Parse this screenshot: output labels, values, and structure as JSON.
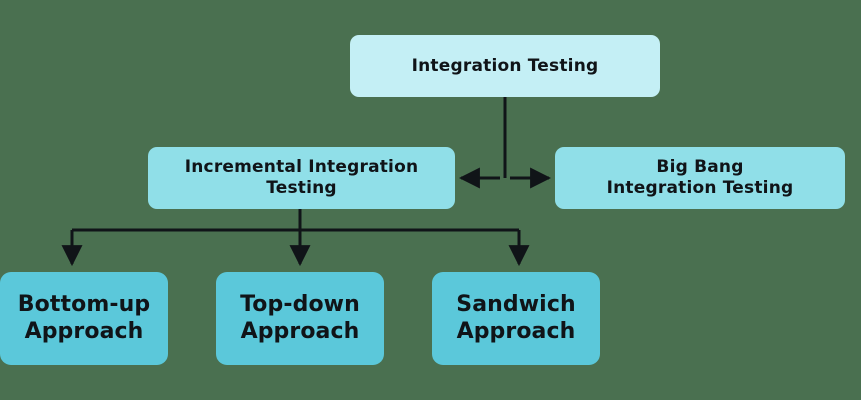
{
  "diagram": {
    "title": "Integration Testing types hierarchy",
    "background_color": "#4a7050",
    "nodes": {
      "root": {
        "label": "Integration Testing",
        "color": "#c4eff5",
        "level": 1
      },
      "incremental": {
        "label": "Incremental Integration\nTesting",
        "color": "#90dfe8",
        "level": 2
      },
      "big_bang": {
        "label": "Big Bang\nIntegration Testing",
        "color": "#90dfe8",
        "level": 2
      },
      "bottom_up": {
        "label": "Bottom-up\nApproach",
        "color": "#5bc8da",
        "level": 3
      },
      "top_down": {
        "label": "Top-down\nApproach",
        "color": "#5bc8da",
        "level": 3
      },
      "sandwich": {
        "label": "Sandwich\nApproach",
        "color": "#5bc8da",
        "level": 3
      }
    },
    "connector_color": "#101418",
    "edges": [
      {
        "from": "root",
        "to": "incremental",
        "arrow": "single"
      },
      {
        "from": "root",
        "to": "big_bang",
        "arrow": "single"
      },
      {
        "from": "incremental",
        "to": "bottom_up",
        "arrow": "single"
      },
      {
        "from": "incremental",
        "to": "top_down",
        "arrow": "single"
      },
      {
        "from": "incremental",
        "to": "sandwich",
        "arrow": "single"
      }
    ]
  }
}
